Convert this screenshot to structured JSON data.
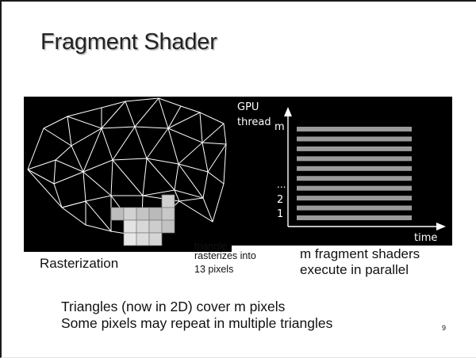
{
  "slide": {
    "title": "Fragment Shader",
    "page_number": "9"
  },
  "mesh_figure": {
    "caption": "Rasterization",
    "note_line1": "rasterizes into",
    "note_line2": "13 pixels",
    "note_overlapped": "triangle",
    "pixel_count": 13
  },
  "timeline_figure": {
    "y_axis_label_line1": "GPU",
    "y_axis_label_line2": "thread",
    "label_m": "m",
    "label_ellipsis": "...",
    "label_2": "2",
    "label_1": "1",
    "x_axis_label": "time",
    "bar_count": 10,
    "bar_color": "#9a9a9a",
    "caption_line1": "m fragment shaders",
    "caption_line2": "execute in parallel"
  },
  "body_text": {
    "line1": "Triangles (now in 2D) cover m pixels",
    "line2": "Some pixels may repeat in multiple triangles"
  }
}
